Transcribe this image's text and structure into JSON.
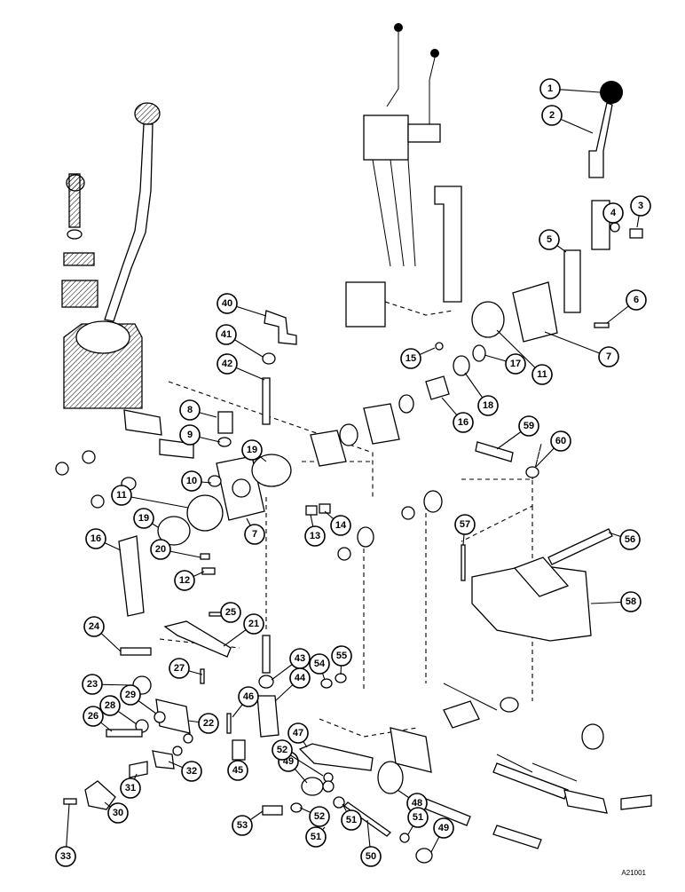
{
  "drawing_ref": "A21001",
  "callouts": [
    "1",
    "2",
    "3",
    "4",
    "5",
    "6",
    "7",
    "8",
    "9",
    "10",
    "11",
    "12",
    "13",
    "14",
    "15",
    "16",
    "17",
    "18",
    "19",
    "20",
    "21",
    "22",
    "23",
    "24",
    "25",
    "26",
    "27",
    "28",
    "29",
    "30",
    "31",
    "32",
    "33",
    "40",
    "41",
    "42",
    "43",
    "44",
    "45",
    "46",
    "47",
    "48",
    "49",
    "50",
    "51",
    "52",
    "53",
    "54",
    "55",
    "56",
    "57",
    "58",
    "59",
    "60"
  ],
  "colors": {
    "ink": "#000000",
    "paper": "#ffffff"
  }
}
